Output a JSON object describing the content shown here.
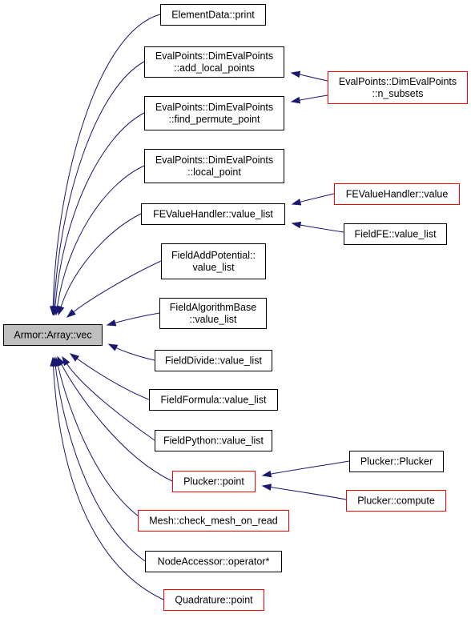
{
  "colors": {
    "edge": "#191970",
    "root_fill": "#bfbfbf",
    "node_fill": "#ffffff",
    "border_black": "#000000",
    "border_red": "#ff0000"
  },
  "nodes": {
    "root": {
      "lines": [
        "Armor::Array::vec"
      ],
      "border": "black",
      "root": true
    },
    "n_print": {
      "lines": [
        "ElementData::print"
      ],
      "border": "black"
    },
    "n_addlocal": {
      "lines": [
        "EvalPoints::DimEvalPoints",
        "::add_local_points"
      ],
      "border": "black"
    },
    "n_findperm": {
      "lines": [
        "EvalPoints::DimEvalPoints",
        "::find_permute_point"
      ],
      "border": "black"
    },
    "n_localpoint": {
      "lines": [
        "EvalPoints::DimEvalPoints",
        "::local_point"
      ],
      "border": "black"
    },
    "n_fevh_list": {
      "lines": [
        "FEValueHandler::value_list"
      ],
      "border": "black"
    },
    "n_fap": {
      "lines": [
        "FieldAddPotential::",
        "value_list"
      ],
      "border": "black"
    },
    "n_fab": {
      "lines": [
        "FieldAlgorithmBase",
        "::value_list"
      ],
      "border": "black"
    },
    "n_fdiv": {
      "lines": [
        "FieldDivide::value_list"
      ],
      "border": "black"
    },
    "n_fform": {
      "lines": [
        "FieldFormula::value_list"
      ],
      "border": "black"
    },
    "n_fpy": {
      "lines": [
        "FieldPython::value_list"
      ],
      "border": "black"
    },
    "n_plpoint": {
      "lines": [
        "Plucker::point"
      ],
      "border": "red"
    },
    "n_mesh": {
      "lines": [
        "Mesh::check_mesh_on_read"
      ],
      "border": "red"
    },
    "n_nodeacc": {
      "lines": [
        "NodeAccessor::operator*"
      ],
      "border": "black"
    },
    "n_quad": {
      "lines": [
        "Quadrature::point"
      ],
      "border": "red"
    },
    "n_nsubsets": {
      "lines": [
        "EvalPoints::DimEvalPoints",
        "::n_subsets"
      ],
      "border": "red"
    },
    "n_fevh_value": {
      "lines": [
        "FEValueHandler::value"
      ],
      "border": "red"
    },
    "n_fieldfe": {
      "lines": [
        "FieldFE::value_list"
      ],
      "border": "black"
    },
    "n_plplucker": {
      "lines": [
        "Plucker::Plucker"
      ],
      "border": "black"
    },
    "n_plcompute": {
      "lines": [
        "Plucker::compute"
      ],
      "border": "red"
    }
  },
  "edges": [
    {
      "from": "n_print",
      "to": "root"
    },
    {
      "from": "n_addlocal",
      "to": "root"
    },
    {
      "from": "n_findperm",
      "to": "root"
    },
    {
      "from": "n_localpoint",
      "to": "root"
    },
    {
      "from": "n_fevh_list",
      "to": "root"
    },
    {
      "from": "n_fap",
      "to": "root"
    },
    {
      "from": "n_fab",
      "to": "root"
    },
    {
      "from": "n_fdiv",
      "to": "root"
    },
    {
      "from": "n_fform",
      "to": "root"
    },
    {
      "from": "n_fpy",
      "to": "root"
    },
    {
      "from": "n_plpoint",
      "to": "root"
    },
    {
      "from": "n_mesh",
      "to": "root"
    },
    {
      "from": "n_nodeacc",
      "to": "root"
    },
    {
      "from": "n_quad",
      "to": "root"
    },
    {
      "from": "n_nsubsets",
      "to": "n_addlocal"
    },
    {
      "from": "n_nsubsets",
      "to": "n_findperm"
    },
    {
      "from": "n_fevh_value",
      "to": "n_fevh_list"
    },
    {
      "from": "n_fieldfe",
      "to": "n_fevh_list"
    },
    {
      "from": "n_plplucker",
      "to": "n_plpoint"
    },
    {
      "from": "n_plcompute",
      "to": "n_plpoint"
    }
  ]
}
